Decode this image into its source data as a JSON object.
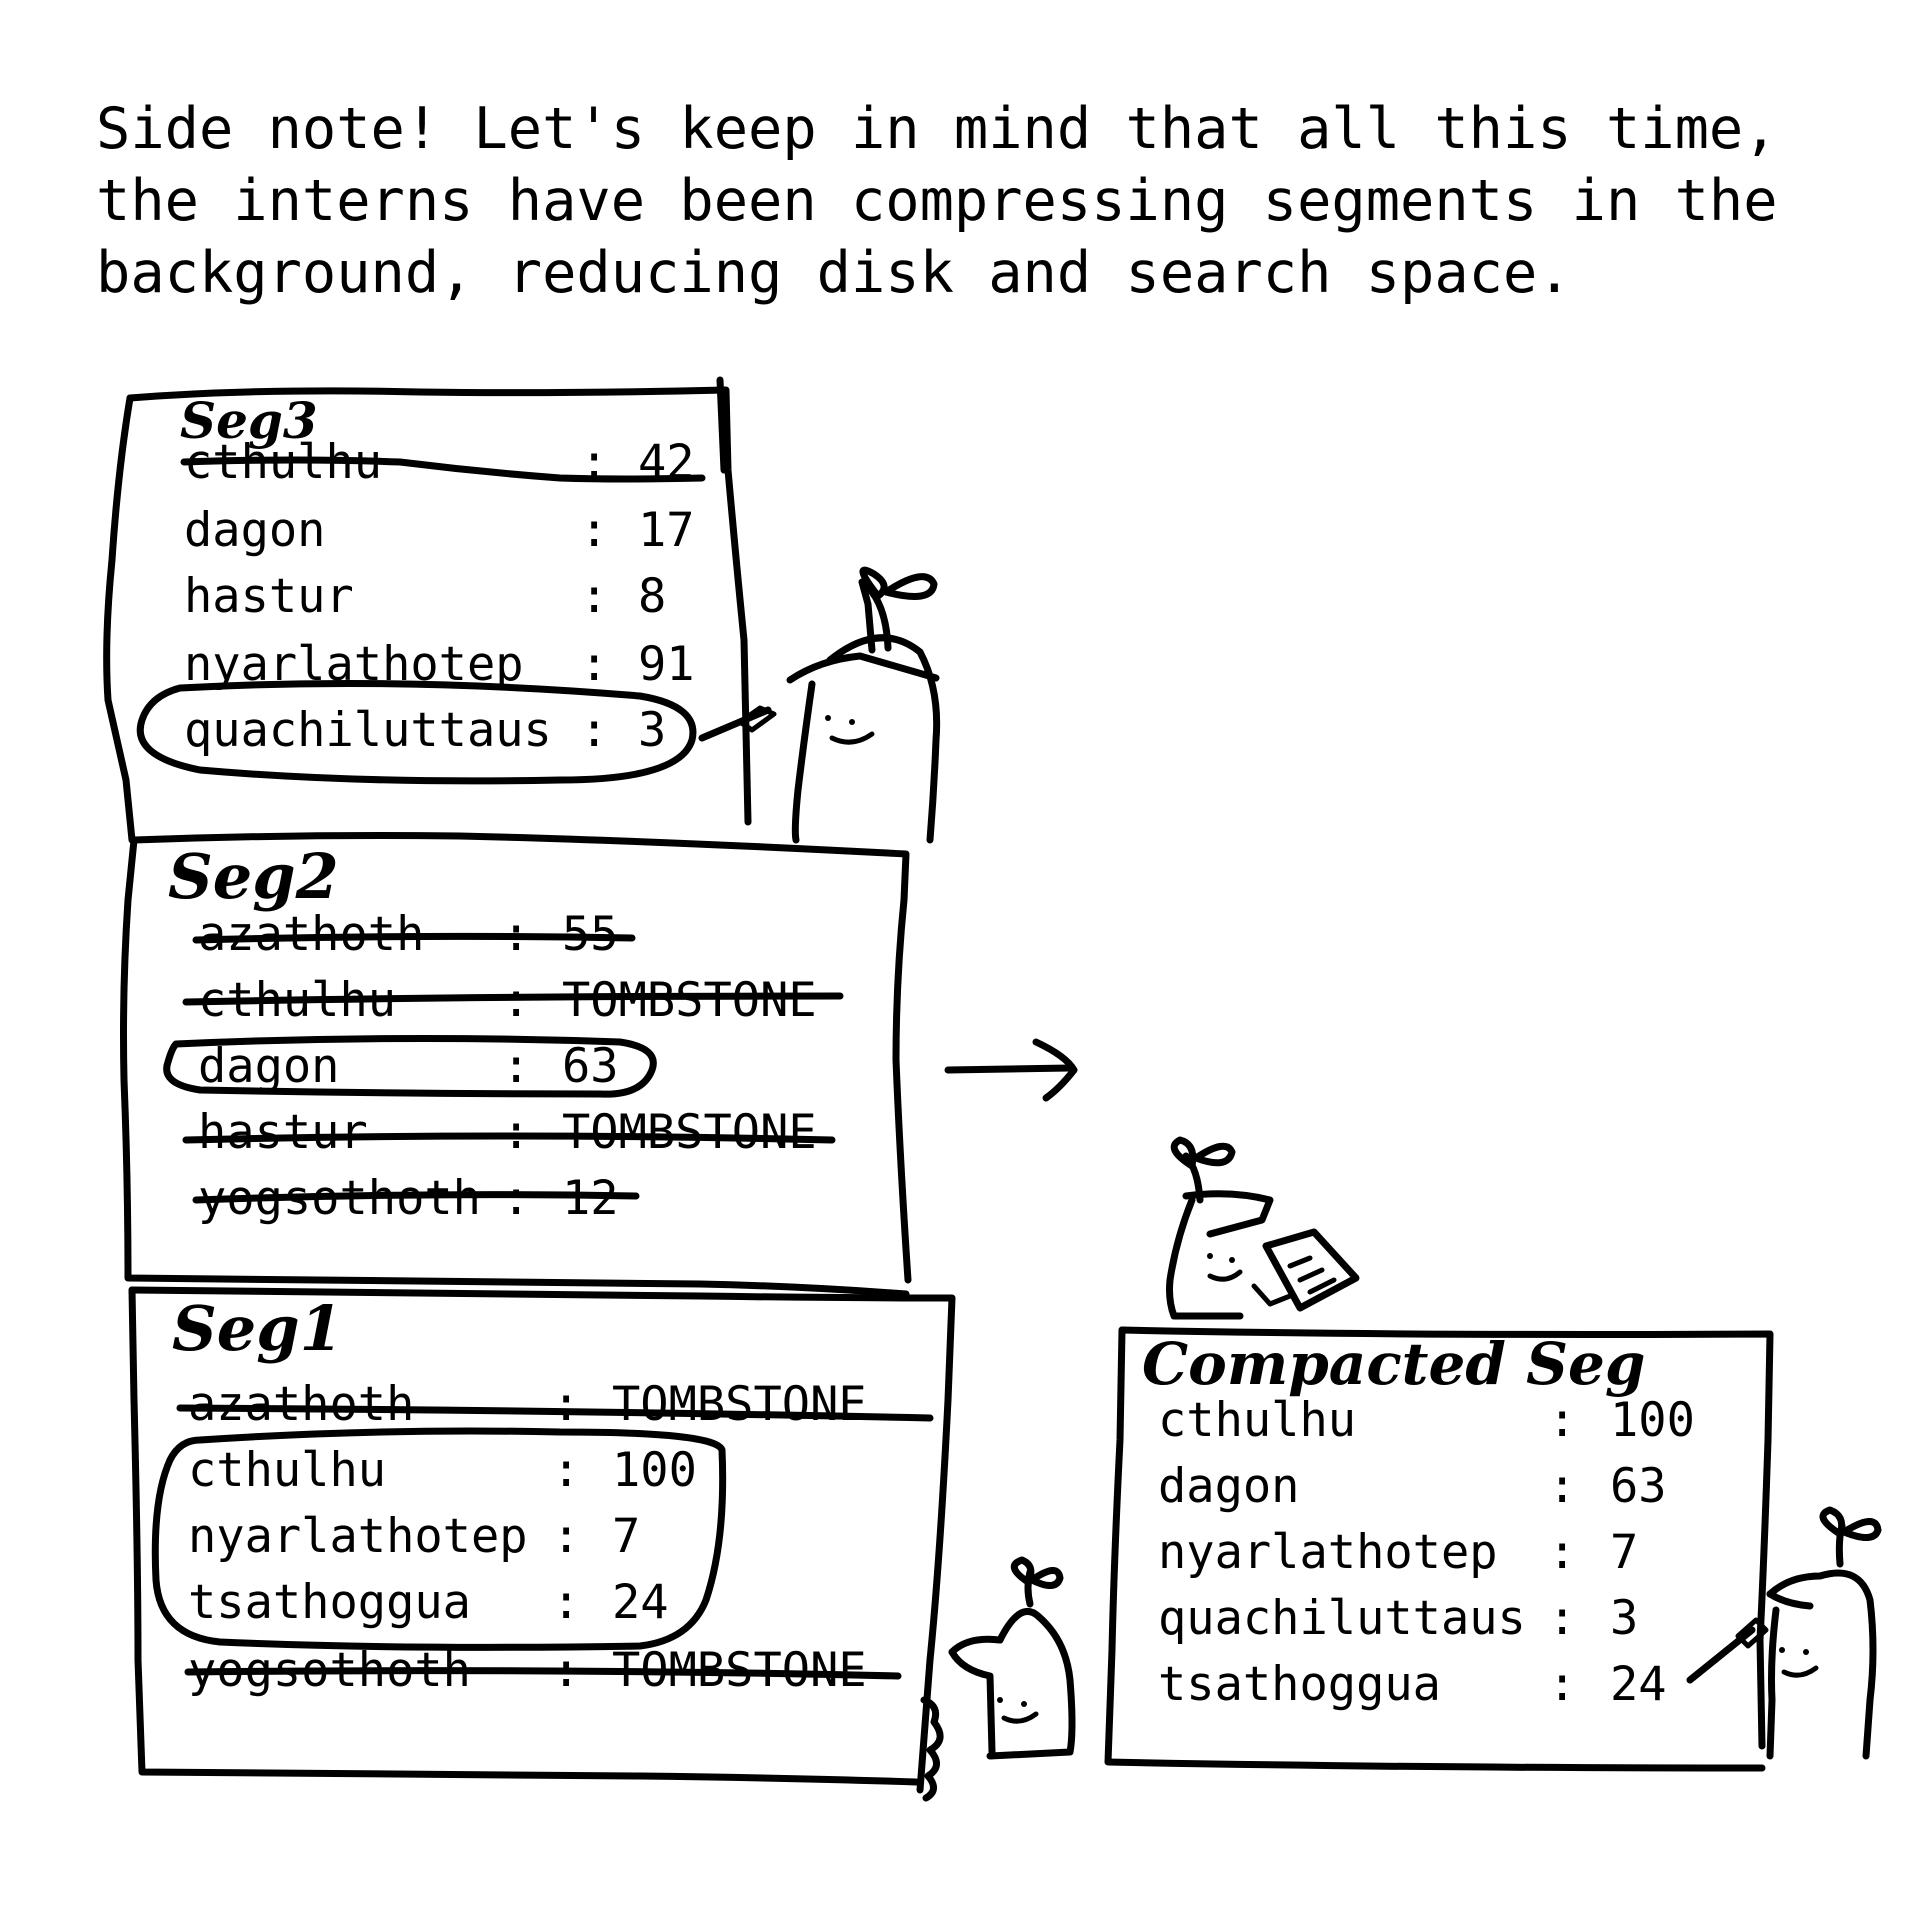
{
  "caption": {
    "line1": "Side note! Let's keep in mind that all this time,",
    "line2": "the interns have been compressing segments in the",
    "line3": "background, reducing disk and search space."
  },
  "seg3": {
    "title": "Seg3",
    "rows": [
      {
        "key": "cthulhu",
        "sep": ":",
        "value": "42",
        "struck": true
      },
      {
        "key": "dagon",
        "sep": ":",
        "value": "17",
        "struck": false
      },
      {
        "key": "hastur",
        "sep": ":",
        "value": "8",
        "struck": false
      },
      {
        "key": "nyarlathotep",
        "sep": ":",
        "value": "91",
        "struck": false
      },
      {
        "key": "quachiluttaus",
        "sep": ":",
        "value": "3",
        "struck": false,
        "circled": true
      }
    ]
  },
  "seg2": {
    "title": "Seg2",
    "rows": [
      {
        "key": "azathoth",
        "sep": ":",
        "value": "55",
        "struck": true
      },
      {
        "key": "cthulhu",
        "sep": ":",
        "value": "TOMBSTONE",
        "struck": true
      },
      {
        "key": "dagon",
        "sep": ":",
        "value": "63",
        "struck": false,
        "circled": true
      },
      {
        "key": "hastur",
        "sep": ":",
        "value": "TOMBSTONE",
        "struck": true
      },
      {
        "key": "yogsothoth",
        "sep": ":",
        "value": "12",
        "struck": true
      }
    ]
  },
  "seg1": {
    "title": "Seg1",
    "rows": [
      {
        "key": "azathoth",
        "sep": ":",
        "value": "TOMBSTONE",
        "struck": true
      },
      {
        "key": "cthulhu",
        "sep": ":",
        "value": "100",
        "struck": false,
        "circled": true
      },
      {
        "key": "nyarlathotep",
        "sep": ":",
        "value": "7",
        "struck": false,
        "circled": true
      },
      {
        "key": "tsathoggua",
        "sep": ":",
        "value": "24",
        "struck": false,
        "circled": true
      },
      {
        "key": "yogsothoth",
        "sep": ":",
        "value": "TOMBSTONE",
        "struck": true
      }
    ]
  },
  "compacted": {
    "title": "Compacted Seg",
    "rows": [
      {
        "key": "cthulhu",
        "sep": ":",
        "value": "100"
      },
      {
        "key": "dagon",
        "sep": ":",
        "value": "63"
      },
      {
        "key": "nyarlathotep",
        "sep": ":",
        "value": "7"
      },
      {
        "key": "quachiluttaus",
        "sep": ":",
        "value": "3"
      },
      {
        "key": "tsathoggua",
        "sep": ":",
        "value": "24"
      }
    ]
  },
  "icons": [
    "intern-pointing-icon",
    "intern-clipboard-icon",
    "intern-small-icon",
    "intern-writing-icon",
    "arrow-right-icon"
  ]
}
